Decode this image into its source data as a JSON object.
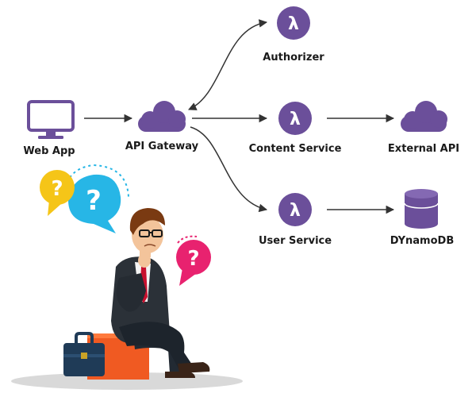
{
  "diagram": {
    "nodes": {
      "web_app": {
        "label": "Web App",
        "icon": "monitor-icon"
      },
      "api_gateway": {
        "label": "API Gateway",
        "icon": "cloud-icon"
      },
      "authorizer": {
        "label": "Authorizer",
        "icon": "lambda-icon",
        "glyph": "λ"
      },
      "content_service": {
        "label": "Content Service",
        "icon": "lambda-icon",
        "glyph": "λ"
      },
      "user_service": {
        "label": "User Service",
        "icon": "lambda-icon",
        "glyph": "λ"
      },
      "external_api": {
        "label": "External API",
        "icon": "cloud-icon"
      },
      "dynamodb": {
        "label": "DYnamoDB",
        "icon": "database-icon"
      }
    },
    "edges": [
      {
        "from": "web_app",
        "to": "api_gateway"
      },
      {
        "from": "api_gateway",
        "to": "authorizer",
        "bidirectional": true
      },
      {
        "from": "api_gateway",
        "to": "content_service"
      },
      {
        "from": "api_gateway",
        "to": "user_service"
      },
      {
        "from": "content_service",
        "to": "external_api"
      },
      {
        "from": "user_service",
        "to": "dynamodb"
      }
    ]
  },
  "illustration": {
    "bubbles": [
      {
        "glyph": "?",
        "color": "#f5c518"
      },
      {
        "glyph": "?",
        "color": "#27b6e6"
      },
      {
        "glyph": "?",
        "color": "#e8226f"
      }
    ]
  },
  "colors": {
    "icon_purple": "#6b4f9a",
    "arrow": "#333333",
    "text": "#1a1a1a"
  }
}
